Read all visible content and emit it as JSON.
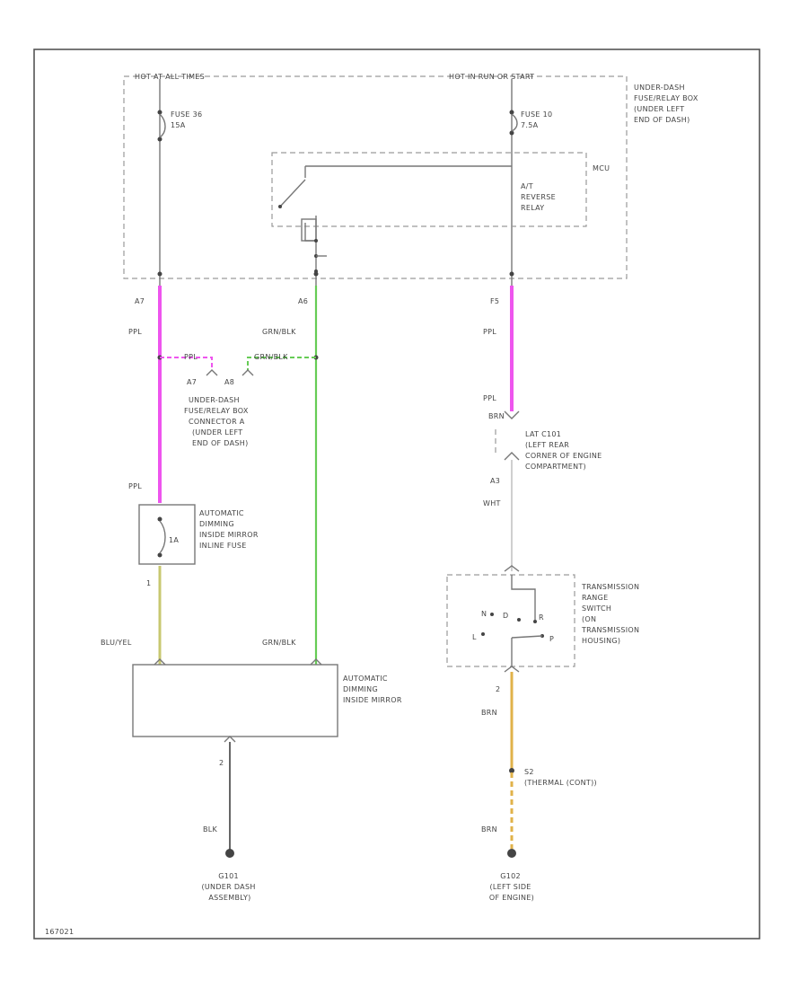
{
  "colors": {
    "ppl": "#ee55ee",
    "grn_blk": "#66cc55",
    "blu_yel": "#c8c870",
    "wht": "#cfcfcf",
    "brn": "#e0b24a",
    "blk": "#666666"
  },
  "labels": {
    "hot_at_all_times": "HOT AT ALL TIMES",
    "hot_run_start": "HOT IN RUN OR START",
    "fuse_box": [
      "UNDER-DASH",
      "FUSE/RELAY BOX",
      "(UNDER LEFT",
      "END OF DASH)"
    ],
    "fuse_left": [
      "FUSE 36",
      "15A"
    ],
    "fuse_right": [
      "FUSE 10",
      "7.5A"
    ],
    "mcu": "MCU",
    "relay": [
      "A/T",
      "REVERSE",
      "RELAY"
    ],
    "pin_a7": "A7",
    "pin_a6": "A6",
    "pin_f5": "F5",
    "ppl": "PPL",
    "grn_blk": "GRN/BLK",
    "pin_a7b": "A7",
    "pin_a8": "A8",
    "connector_a": [
      "UNDER-DASH",
      "FUSE/RELAY BOX",
      "CONNECTOR A",
      "(UNDER LEFT",
      "END OF DASH)"
    ],
    "c101": [
      "LAT C101",
      "(LEFT REAR",
      "CORNER OF ENGINE",
      "COMPARTMENT)"
    ],
    "brn_top": "BRN",
    "pin_a3": "A3",
    "wht": "WHT",
    "inline_fuse": [
      "AUTOMATIC",
      "DIMMING",
      "INSIDE MIRROR",
      "INLINE FUSE"
    ],
    "fuse_1a": "1A",
    "pin_1": "1",
    "blu_yel": "BLU/YEL",
    "grn_blk_b": "GRN/BLK",
    "mirror": [
      "AUTOMATIC",
      "DIMMING",
      "INSIDE MIRROR"
    ],
    "pin_2": "2",
    "pin_2b": "2",
    "blk": "BLK",
    "trans_switch": [
      "TRANSMISSION",
      "RANGE",
      "SWITCH",
      "(ON",
      "TRANSMISSION",
      "HOUSING)"
    ],
    "sw_n": "N",
    "sw_d": "D",
    "sw_r": "R",
    "sw_p": "P",
    "sw_l": "L",
    "brn_b": "BRN",
    "brn_c": "BRN",
    "splice": [
      "S2",
      "(THERMAL (CONT))"
    ],
    "ground_left": [
      "G101",
      "(UNDER DASH",
      "ASSEMBLY)"
    ],
    "ground_right": [
      "G102",
      "(LEFT SIDE",
      "OF ENGINE)"
    ],
    "figure_id": "167021"
  }
}
